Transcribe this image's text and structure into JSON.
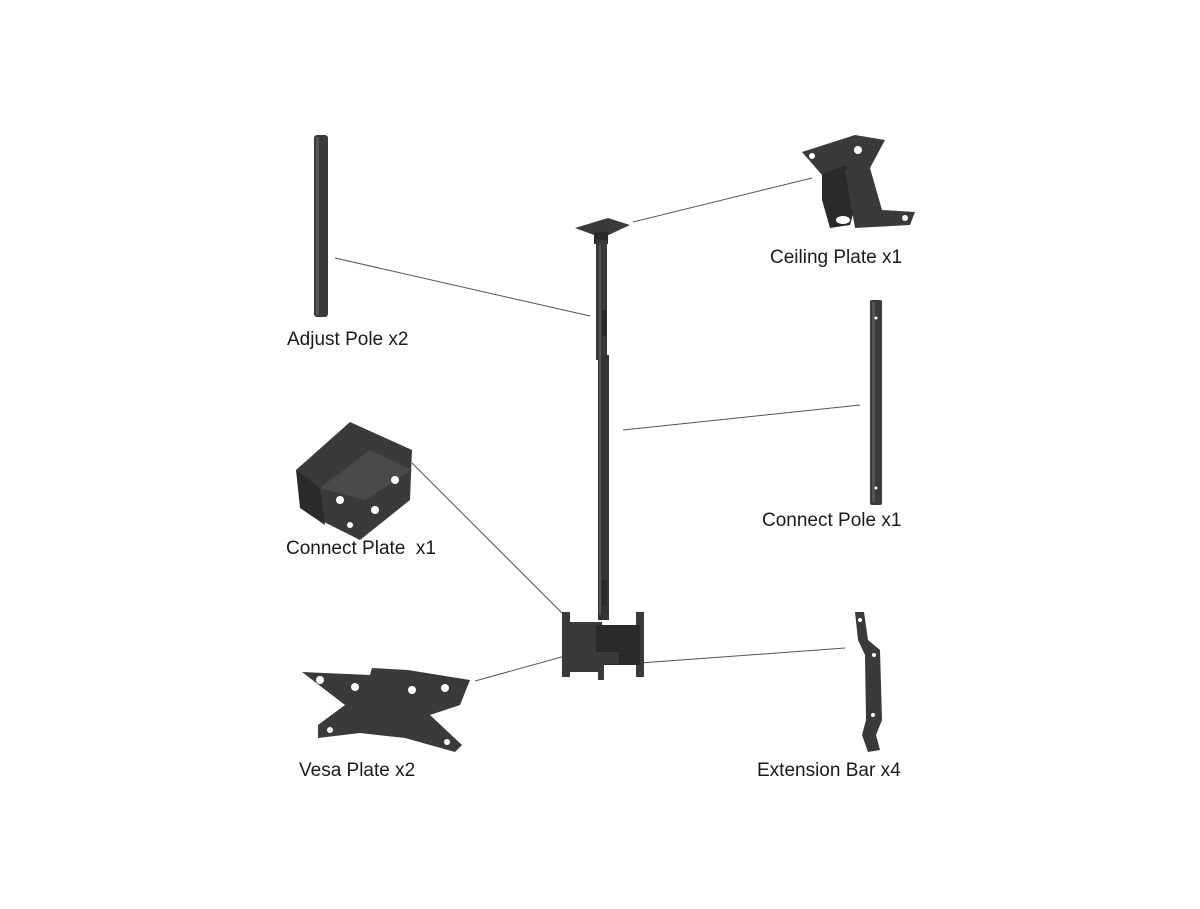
{
  "parts": {
    "adjust_pole": "Adjust Pole x2",
    "ceiling_plate": "Ceiling Plate x1",
    "connect_pole": "Connect Pole x1",
    "connect_plate": "Connect Plate  x1",
    "vesa_plate": "Vesa Plate x2",
    "extension_bar": "Extension Bar x4"
  },
  "colors": {
    "metal": "#3a3a3c",
    "leader": "#555555"
  }
}
